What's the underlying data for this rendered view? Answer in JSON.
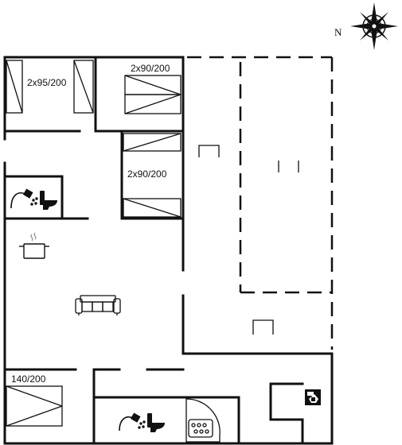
{
  "compass": {
    "north_label": "N"
  },
  "rooms": {
    "bedroom_1": {
      "bed_label": "2x95/200"
    },
    "bedroom_2": {
      "bed_label": "2x90/200"
    },
    "bedroom_3": {
      "bed_label": "2x90/200"
    },
    "bedroom_4": {
      "bed_label": "140/200"
    }
  },
  "icons": {
    "shower": "shower-icon",
    "toilet": "toilet-icon",
    "cooking_pot": "cooking-pot-icon",
    "sofa": "sofa-icon",
    "sauna": "sauna-icon",
    "washing_machine": "washing-machine-icon",
    "chair": "chair-icon",
    "compass_rose": "compass-rose-icon"
  },
  "colors": {
    "wall": "#111111",
    "background": "#ffffff"
  }
}
